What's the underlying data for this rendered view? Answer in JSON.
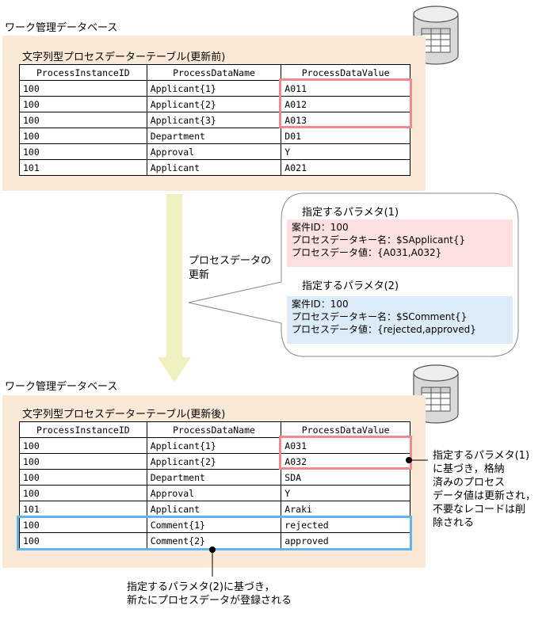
{
  "top": {
    "db_label": "ワーク管理データベース",
    "table_title": "文字列型プロセスデーターテーブル(更新前)",
    "columns": [
      "ProcessInstanceID",
      "ProcessDataName",
      "ProcessDataValue"
    ],
    "rows": [
      [
        "100",
        "Applicant{1}",
        "A011"
      ],
      [
        "100",
        "Applicant{2}",
        "A012"
      ],
      [
        "100",
        "Applicant{3}",
        "A013"
      ],
      [
        "100",
        "Department",
        "D01"
      ],
      [
        "100",
        "Approval",
        "Y"
      ],
      [
        "101",
        "Applicant",
        "A021"
      ]
    ]
  },
  "middle": {
    "arrow_label_1": "プロセスデータの",
    "arrow_label_2": "更新",
    "param1": {
      "heading": "指定するパラメタ(1)",
      "line1": "案件ID：100",
      "line2": "プロセスデータキー名：$SApplicant{}",
      "line3": "プロセスデータ値：{A031,A032}"
    },
    "param2": {
      "heading": "指定するパラメタ(2)",
      "line1": "案件ID：100",
      "line2": "プロセスデータキー名：$SComment{}",
      "line3": "プロセスデータ値：{rejected,approved}"
    }
  },
  "bottom": {
    "db_label": "ワーク管理データベース",
    "table_title": "文字列型プロセスデーターテーブル(更新後)",
    "columns": [
      "ProcessInstanceID",
      "ProcessDataName",
      "ProcessDataValue"
    ],
    "rows": [
      [
        "100",
        "Applicant{1}",
        "A031"
      ],
      [
        "100",
        "Applicant{2}",
        "A032"
      ],
      [
        "100",
        "Department",
        "SDA"
      ],
      [
        "100",
        "Approval",
        "Y"
      ],
      [
        "101",
        "Applicant",
        "Araki"
      ],
      [
        "100",
        "Comment{1}",
        "rejected"
      ],
      [
        "100",
        "Comment{2}",
        "approved"
      ]
    ],
    "note_right": [
      "指定するパラメタ(1)",
      "に基づき，格納",
      "済みのプロセス",
      "データ値は更新され，",
      "不要なレコードは削",
      "除される"
    ],
    "note_bottom": [
      "指定するパラメタ(2)に基づき，",
      "新たにプロセスデータが登録される"
    ]
  },
  "colors": {
    "panel": "#fbe9d7",
    "highlight_red": "#f08a8f",
    "highlight_blue": "#64b4f0",
    "param1_bg": "#fde0e0",
    "param2_bg": "#dcebf8",
    "arrow": "#f0f0c0"
  }
}
